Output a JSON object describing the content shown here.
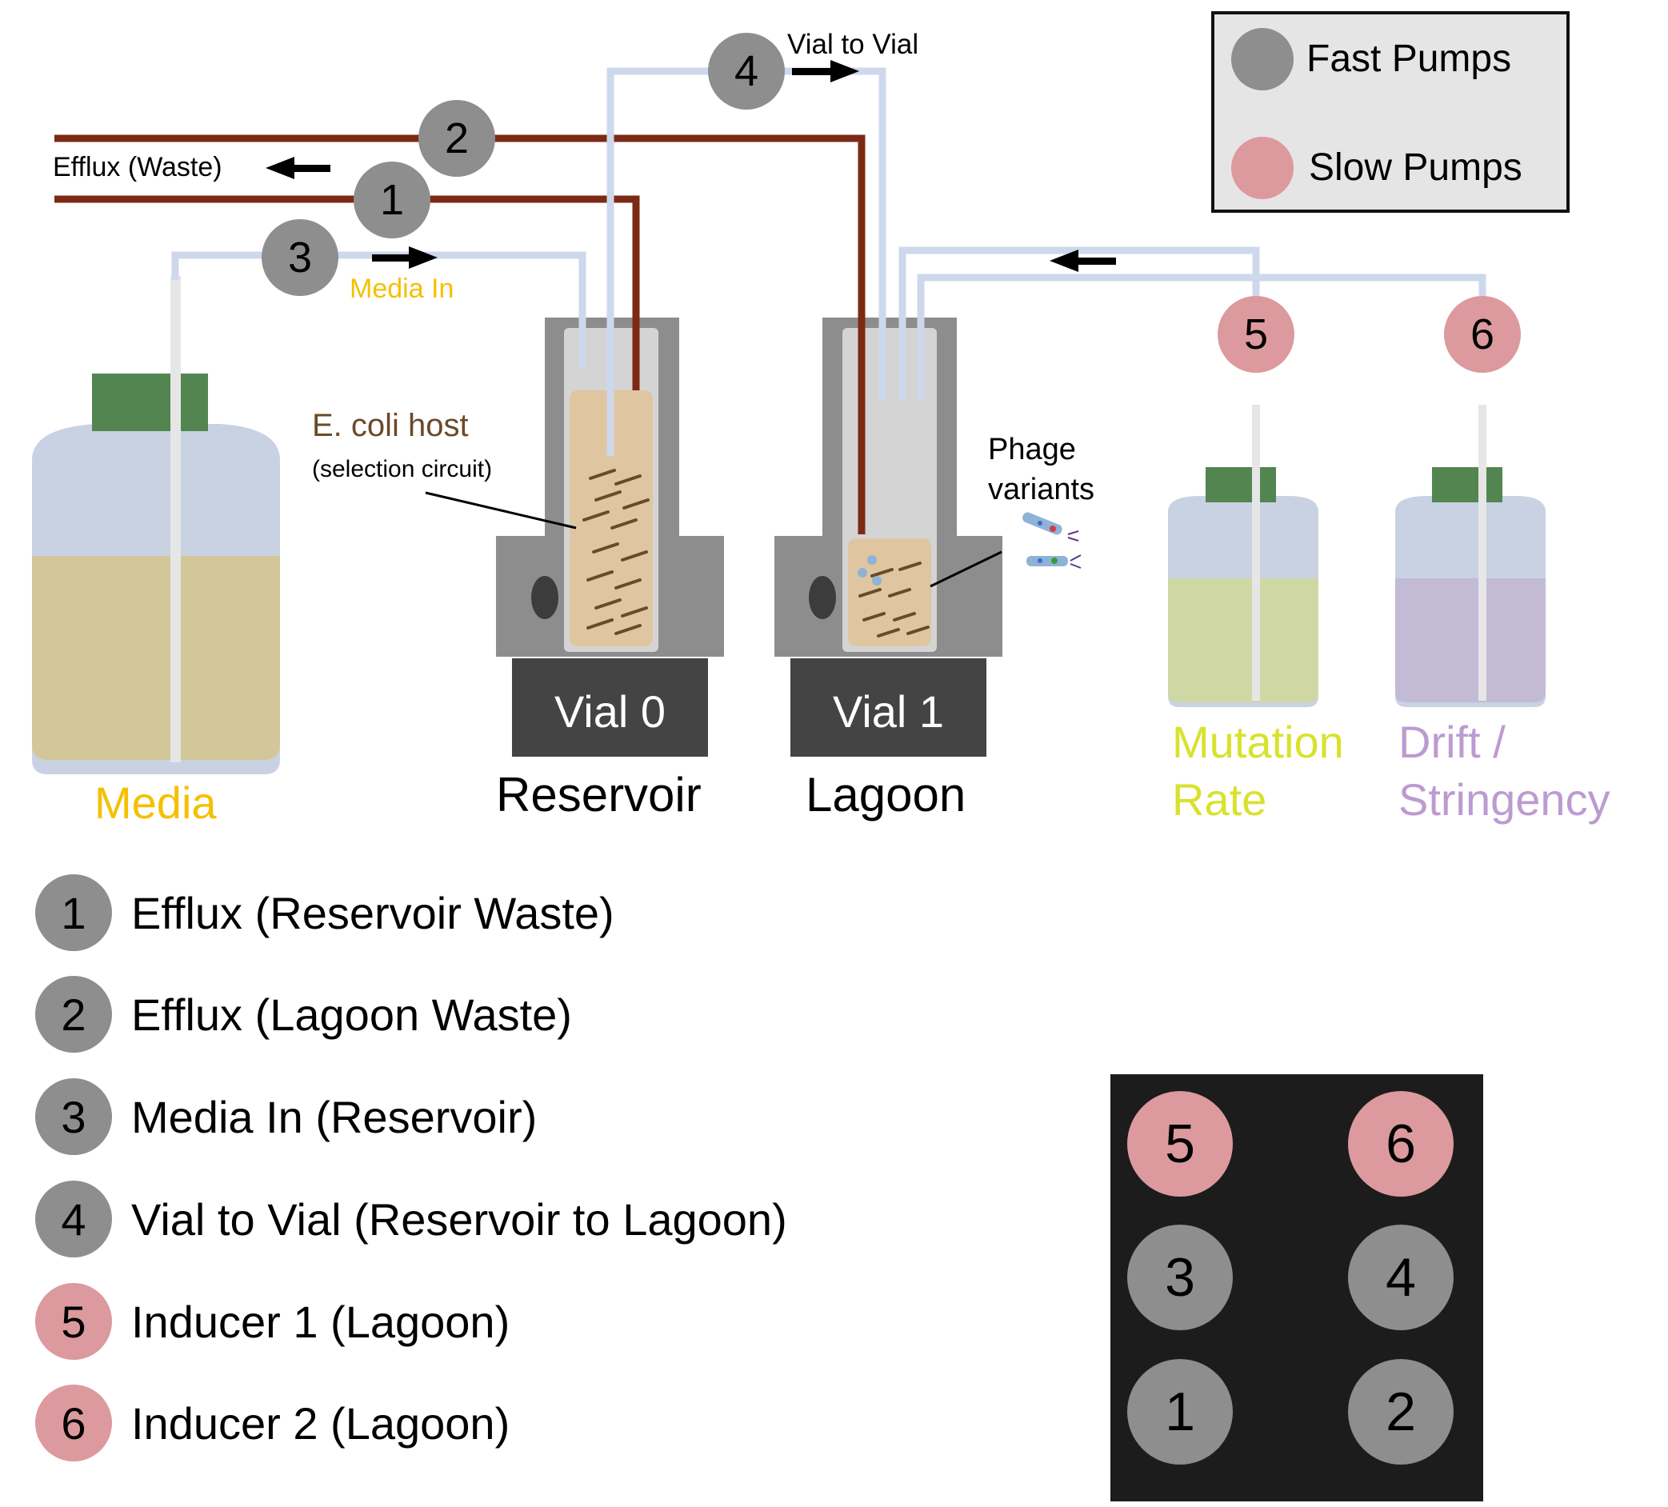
{
  "colors": {
    "fast_pump": "#8e8e8e",
    "slow_pump": "#dc9a9e",
    "waste_tube": "#7b2a16",
    "media_tube": "#cdd8ec",
    "media_label": "#f5c000",
    "mutation_label": "#d8e22e",
    "drift_label": "#bc9bd0",
    "host_label": "#6a4a2a",
    "cap": "#528550",
    "instrument": "#8d8d8d",
    "vial_label_bg": "#444444",
    "pump_panel_bg": "#1c1c1c",
    "legend_box_bg": "#e5e5e5"
  },
  "pump_legend": {
    "fast_label": "Fast Pumps",
    "slow_label": "Slow Pumps"
  },
  "flow_labels": {
    "efflux_waste": "Efflux (Waste)",
    "media_in": "Media In",
    "vial_to_vial": "Vial to Vial"
  },
  "pumps_on_diagram": [
    "1",
    "2",
    "3",
    "4",
    "5",
    "6"
  ],
  "host": {
    "title": "E. coli host",
    "subtitle": "(selection circuit)"
  },
  "phage": {
    "line1": "Phage",
    "line2": "variants"
  },
  "vials": [
    {
      "label": "Vial 0",
      "name": "Reservoir"
    },
    {
      "label": "Vial 1",
      "name": "Lagoon"
    }
  ],
  "bottles": {
    "media": "Media",
    "mutation_line1": "Mutation",
    "mutation_line2": "Rate",
    "drift_line1": "Drift /",
    "drift_line2": "Stringency"
  },
  "pump_key": [
    {
      "num": "1",
      "type": "fast",
      "text": "Efflux (Reservoir Waste)"
    },
    {
      "num": "2",
      "type": "fast",
      "text": "Efflux (Lagoon Waste)"
    },
    {
      "num": "3",
      "type": "fast",
      "text": "Media In (Reservoir)"
    },
    {
      "num": "4",
      "type": "fast",
      "text": "Vial to Vial (Reservoir to Lagoon)"
    },
    {
      "num": "5",
      "type": "slow",
      "text": "Inducer 1 (Lagoon)"
    },
    {
      "num": "6",
      "type": "slow",
      "text": "Inducer 2 (Lagoon)"
    }
  ],
  "pump_panel": [
    {
      "num": "5",
      "type": "slow"
    },
    {
      "num": "6",
      "type": "slow"
    },
    {
      "num": "3",
      "type": "fast"
    },
    {
      "num": "4",
      "type": "fast"
    },
    {
      "num": "1",
      "type": "fast"
    },
    {
      "num": "2",
      "type": "fast"
    }
  ]
}
